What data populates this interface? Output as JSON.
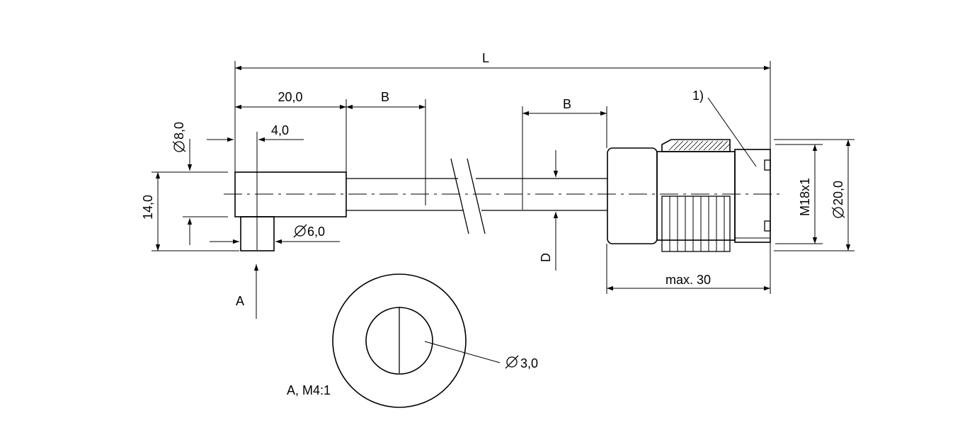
{
  "dimensions": {
    "overall_length": "L",
    "body_length": "20,0",
    "cable_segment_left": "B",
    "cable_segment_right": "B",
    "slot_offset": "4,0",
    "body_height": "14,0",
    "body_diameter": "8,0",
    "tip_diameter": "6,0",
    "cable_diameter": "D",
    "connector_max_length": "max. 30",
    "connector_thread": "M18x1",
    "connector_diameter": "20,0",
    "tip_hole_diameter": "3,0"
  },
  "labels": {
    "view_arrow": "A",
    "detail_view": "A, M4:1",
    "note_marker": "1)"
  }
}
